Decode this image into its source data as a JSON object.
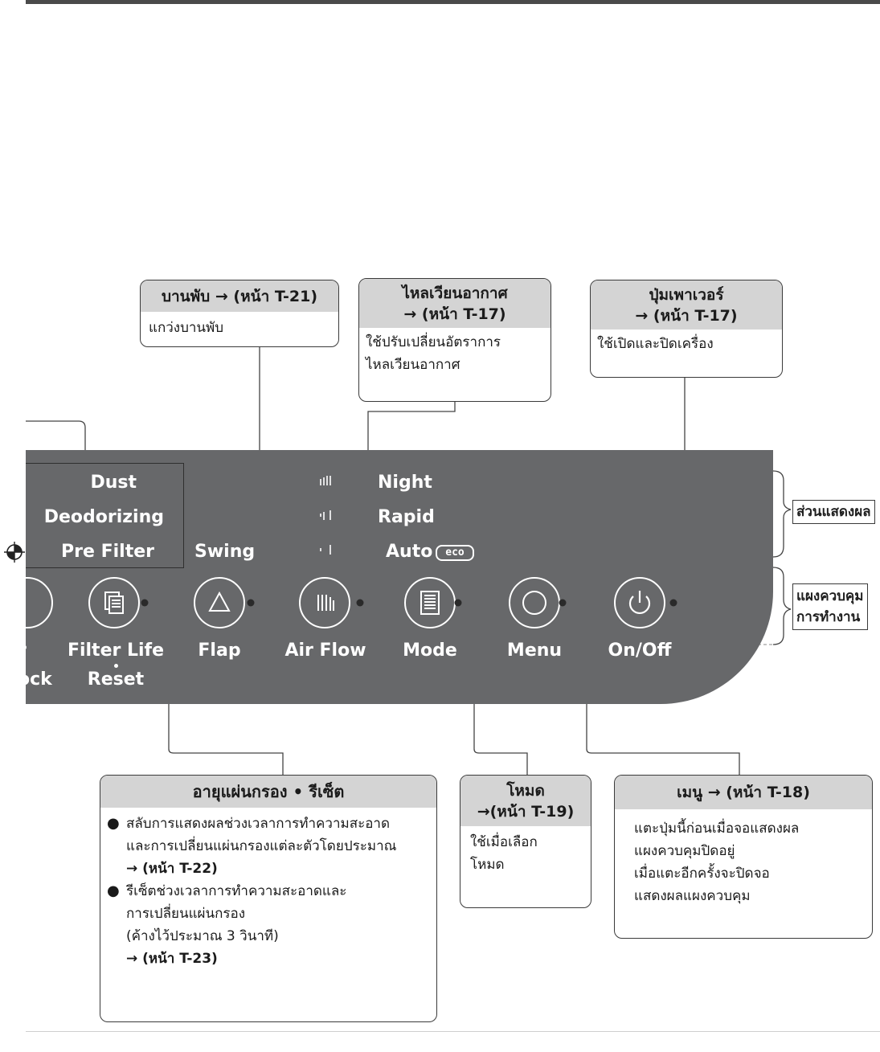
{
  "panel": {
    "display_indicators": [
      "Dust",
      "Deodorizing",
      "Pre Filter"
    ],
    "swing_label": "Swing",
    "airflow_indicators": [
      "Night",
      "Rapid",
      "Auto"
    ],
    "airflow_level_bars": [
      "′|||",
      "′||",
      "′ |"
    ],
    "eco_label": "eco",
    "buttons": {
      "child_lock_partial": [
        "r",
        "ock"
      ],
      "filter_life": [
        "Filter Life",
        "Reset"
      ],
      "flap": "Flap",
      "air_flow": "Air Flow",
      "mode": "Mode",
      "menu": "Menu",
      "on_off": "On/Off"
    }
  },
  "callouts": {
    "flap": {
      "title": "บานพับ → (หน้า T-21)",
      "body": [
        "แกว่งบานพับ"
      ]
    },
    "airflow": {
      "title_lines": [
        "ไหลเวียนอากาศ",
        "→ (หน้า T-17)"
      ],
      "body": [
        "ใช้ปรับเปลี่ยนอัตราการ",
        "ไหลเวียนอากาศ"
      ]
    },
    "power": {
      "title_lines": [
        "ปุ่มเพาเวอร์",
        "→ (หน้า T-17)"
      ],
      "body": [
        "ใช้เปิดและปิดเครื่อง"
      ]
    },
    "filter_life": {
      "title": "อายุแผ่นกรอง • รีเซ็ต",
      "bullet1": [
        "สลับการแสดงผลช่วงเวลาการทำความสะอาด",
        "และการเปลี่ยนแผ่นกรองแต่ละตัวโดยประมาณ",
        "→ (หน้า T-22)"
      ],
      "bullet2": [
        "รีเซ็ตช่วงเวลาการทำความสะอาดและ",
        "การเปลี่ยนแผ่นกรอง",
        "(ค้างไว้ประมาณ 3 วินาที)",
        "→ (หน้า T-23)"
      ]
    },
    "mode": {
      "title_lines": [
        "โหมด",
        "→(หน้า T-19)"
      ],
      "body": [
        "ใช้เมื่อเลือก",
        "โหมด"
      ]
    },
    "menu": {
      "title": "เมนู → (หน้า T-18)",
      "body": [
        "แตะปุ่มนี้ก่อนเมื่อจอแสดงผล",
        "แผงควบคุมปิดอยู่",
        "เมื่อแตะอีกครั้งจะปิดจอ",
        "แสดงผลแผงควบคุม"
      ]
    }
  },
  "side_labels": {
    "display": "ส่วนแสดงผล",
    "control": [
      "แผงควบคุม",
      "การทำงาน"
    ]
  }
}
